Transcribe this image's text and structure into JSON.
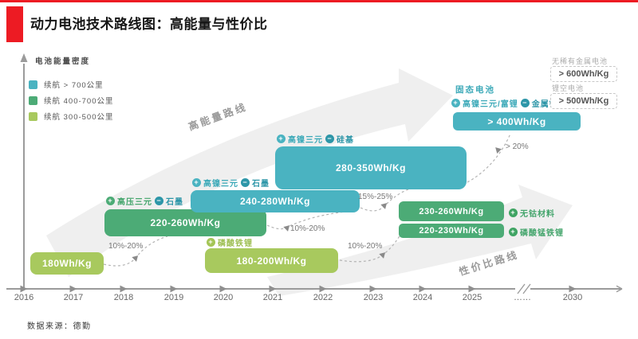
{
  "page": {
    "title": "动力电池技术路线图：高能量与性价比",
    "source": "数据来源：德勤"
  },
  "axis": {
    "y_label": "电池能量密度",
    "years": [
      "2016",
      "2017",
      "2018",
      "2019",
      "2020",
      "2021",
      "2022",
      "2023",
      "2024",
      "2025",
      "……",
      "2030"
    ]
  },
  "legend": [
    {
      "label": "续航 > 700公里",
      "color": "#4AB3C1"
    },
    {
      "label": "续航 400-700公里",
      "color": "#4CAB76"
    },
    {
      "label": "续航 300-500公里",
      "color": "#A8C95E"
    }
  ],
  "routes": {
    "high_energy": "高能量路线",
    "cost": "性价比路线"
  },
  "icons": {
    "plus": "+",
    "minus": "−"
  },
  "bars": [
    {
      "value": "180Wh/Kg"
    },
    {
      "value": "220-260Wh/Kg",
      "add": "高压三元",
      "remove": "石墨"
    },
    {
      "value": "240-280Wh/Kg",
      "add": "高镍三元",
      "remove": "石墨"
    },
    {
      "value": "280-350Wh/Kg",
      "add": "高镍三元",
      "remove": "硅基"
    },
    {
      "value": "180-200Wh/Kg",
      "add": "磷酸铁锂"
    },
    {
      "value": "230-260Wh/Kg",
      "add": "无钴材料"
    },
    {
      "value": "220-230Wh/Kg",
      "add": "磷酸锰铁锂"
    },
    {
      "value": "> 400Wh/Kg",
      "title": "固态电池",
      "add": "高镍三元/富锂",
      "remove": "金属锂"
    }
  ],
  "transitions": [
    {
      "label": "10%-20%"
    },
    {
      "label": "10%-20%"
    },
    {
      "label": "15%-25%"
    },
    {
      "label": "> 20%"
    },
    {
      "label": "10%-20%"
    }
  ],
  "future_boxes": [
    {
      "label": "无稀有金属电池",
      "value": "> 600Wh/Kg"
    },
    {
      "label": "锂空电池",
      "value": "> 500Wh/Kg"
    }
  ],
  "chart_data": {
    "type": "bar",
    "subtype": "technology-roadmap-timeline",
    "title": "动力电池技术路线图：高能量与性价比",
    "ylabel": "电池能量密度",
    "x_ticks": [
      "2016",
      "2017",
      "2018",
      "2019",
      "2020",
      "2021",
      "2022",
      "2023",
      "2024",
      "2025",
      "……",
      "2030"
    ],
    "legend_position": "top-left",
    "legend": [
      "续航 > 700公里",
      "续航 400-700公里",
      "续航 300-500公里"
    ],
    "routes": [
      "高能量路线",
      "性价比路线"
    ],
    "series": [
      {
        "name": "180Wh/Kg",
        "category": "续航 300-500公里",
        "year_start": 2016.1,
        "year_end": 2017.6
      },
      {
        "name": "220-260Wh/Kg",
        "category": "续航 400-700公里",
        "materials_added": "高压三元",
        "materials_removed": "石墨",
        "year_start": 2017.6,
        "year_end": 2020.9
      },
      {
        "name": "240-280Wh/Kg",
        "category": "续航 > 700公里",
        "materials_added": "高镍三元",
        "materials_removed": "石墨",
        "year_start": 2019.4,
        "year_end": 2022.7
      },
      {
        "name": "280-350Wh/Kg",
        "category": "续航 > 700公里",
        "materials_added": "高镍三元",
        "materials_removed": "硅基",
        "year_start": 2021.0,
        "year_end": 2024.9
      },
      {
        "name": "180-200Wh/Kg",
        "category": "续航 300-500公里",
        "materials_added": "磷酸铁锂",
        "year_start": 2019.6,
        "year_end": 2022.3
      },
      {
        "name": "230-260Wh/Kg",
        "category": "续航 400-700公里",
        "materials_added": "无钴材料",
        "year_start": 2023.5,
        "year_end": 2025.6
      },
      {
        "name": "220-230Wh/Kg",
        "category": "续航 400-700公里",
        "materials_added": "磷酸锰铁锂",
        "year_start": 2023.5,
        "year_end": 2025.6
      },
      {
        "name": "> 400Wh/Kg",
        "category": "续航 > 700公里",
        "label": "固态电池",
        "materials_added": "高镍三元/富锂",
        "materials_removed": "金属锂",
        "year_start": 2024.6,
        "year_end": 2027.2
      }
    ],
    "transitions": [
      {
        "from": "180Wh/Kg",
        "to": "220-260Wh/Kg",
        "improvement": "10%-20%"
      },
      {
        "from": "220-260Wh/Kg",
        "to": "240-280Wh/Kg",
        "improvement": "10%-20%"
      },
      {
        "from": "240-280Wh/Kg",
        "to": "280-350Wh/Kg",
        "improvement": "15%-25%"
      },
      {
        "from": "280-350Wh/Kg",
        "to": "> 400Wh/Kg",
        "improvement": "> 20%"
      },
      {
        "from": "180-200Wh/Kg",
        "to": "220-230Wh/Kg",
        "improvement": "10%-20%"
      }
    ],
    "future": [
      {
        "name": "锂空电池",
        "value": "> 500Wh/Kg"
      },
      {
        "name": "无稀有金属电池",
        "value": "> 600Wh/Kg"
      }
    ],
    "source": "数据来源：德勤"
  }
}
